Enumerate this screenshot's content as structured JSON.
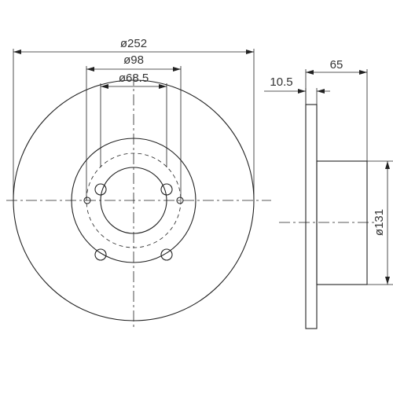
{
  "dimensions": {
    "outer_diameter": "ø252",
    "bolt_circle_diameter": "ø98",
    "center_bore_diameter": "ø68.5",
    "overall_height": "65",
    "disc_thickness": "10.5",
    "hat_diameter": "ø131"
  },
  "parts": {
    "bolt_hole_count": 4,
    "pin_hole_count": 2
  },
  "colors": {
    "line": "#222222",
    "text": "#333333",
    "background": "#ffffff"
  }
}
